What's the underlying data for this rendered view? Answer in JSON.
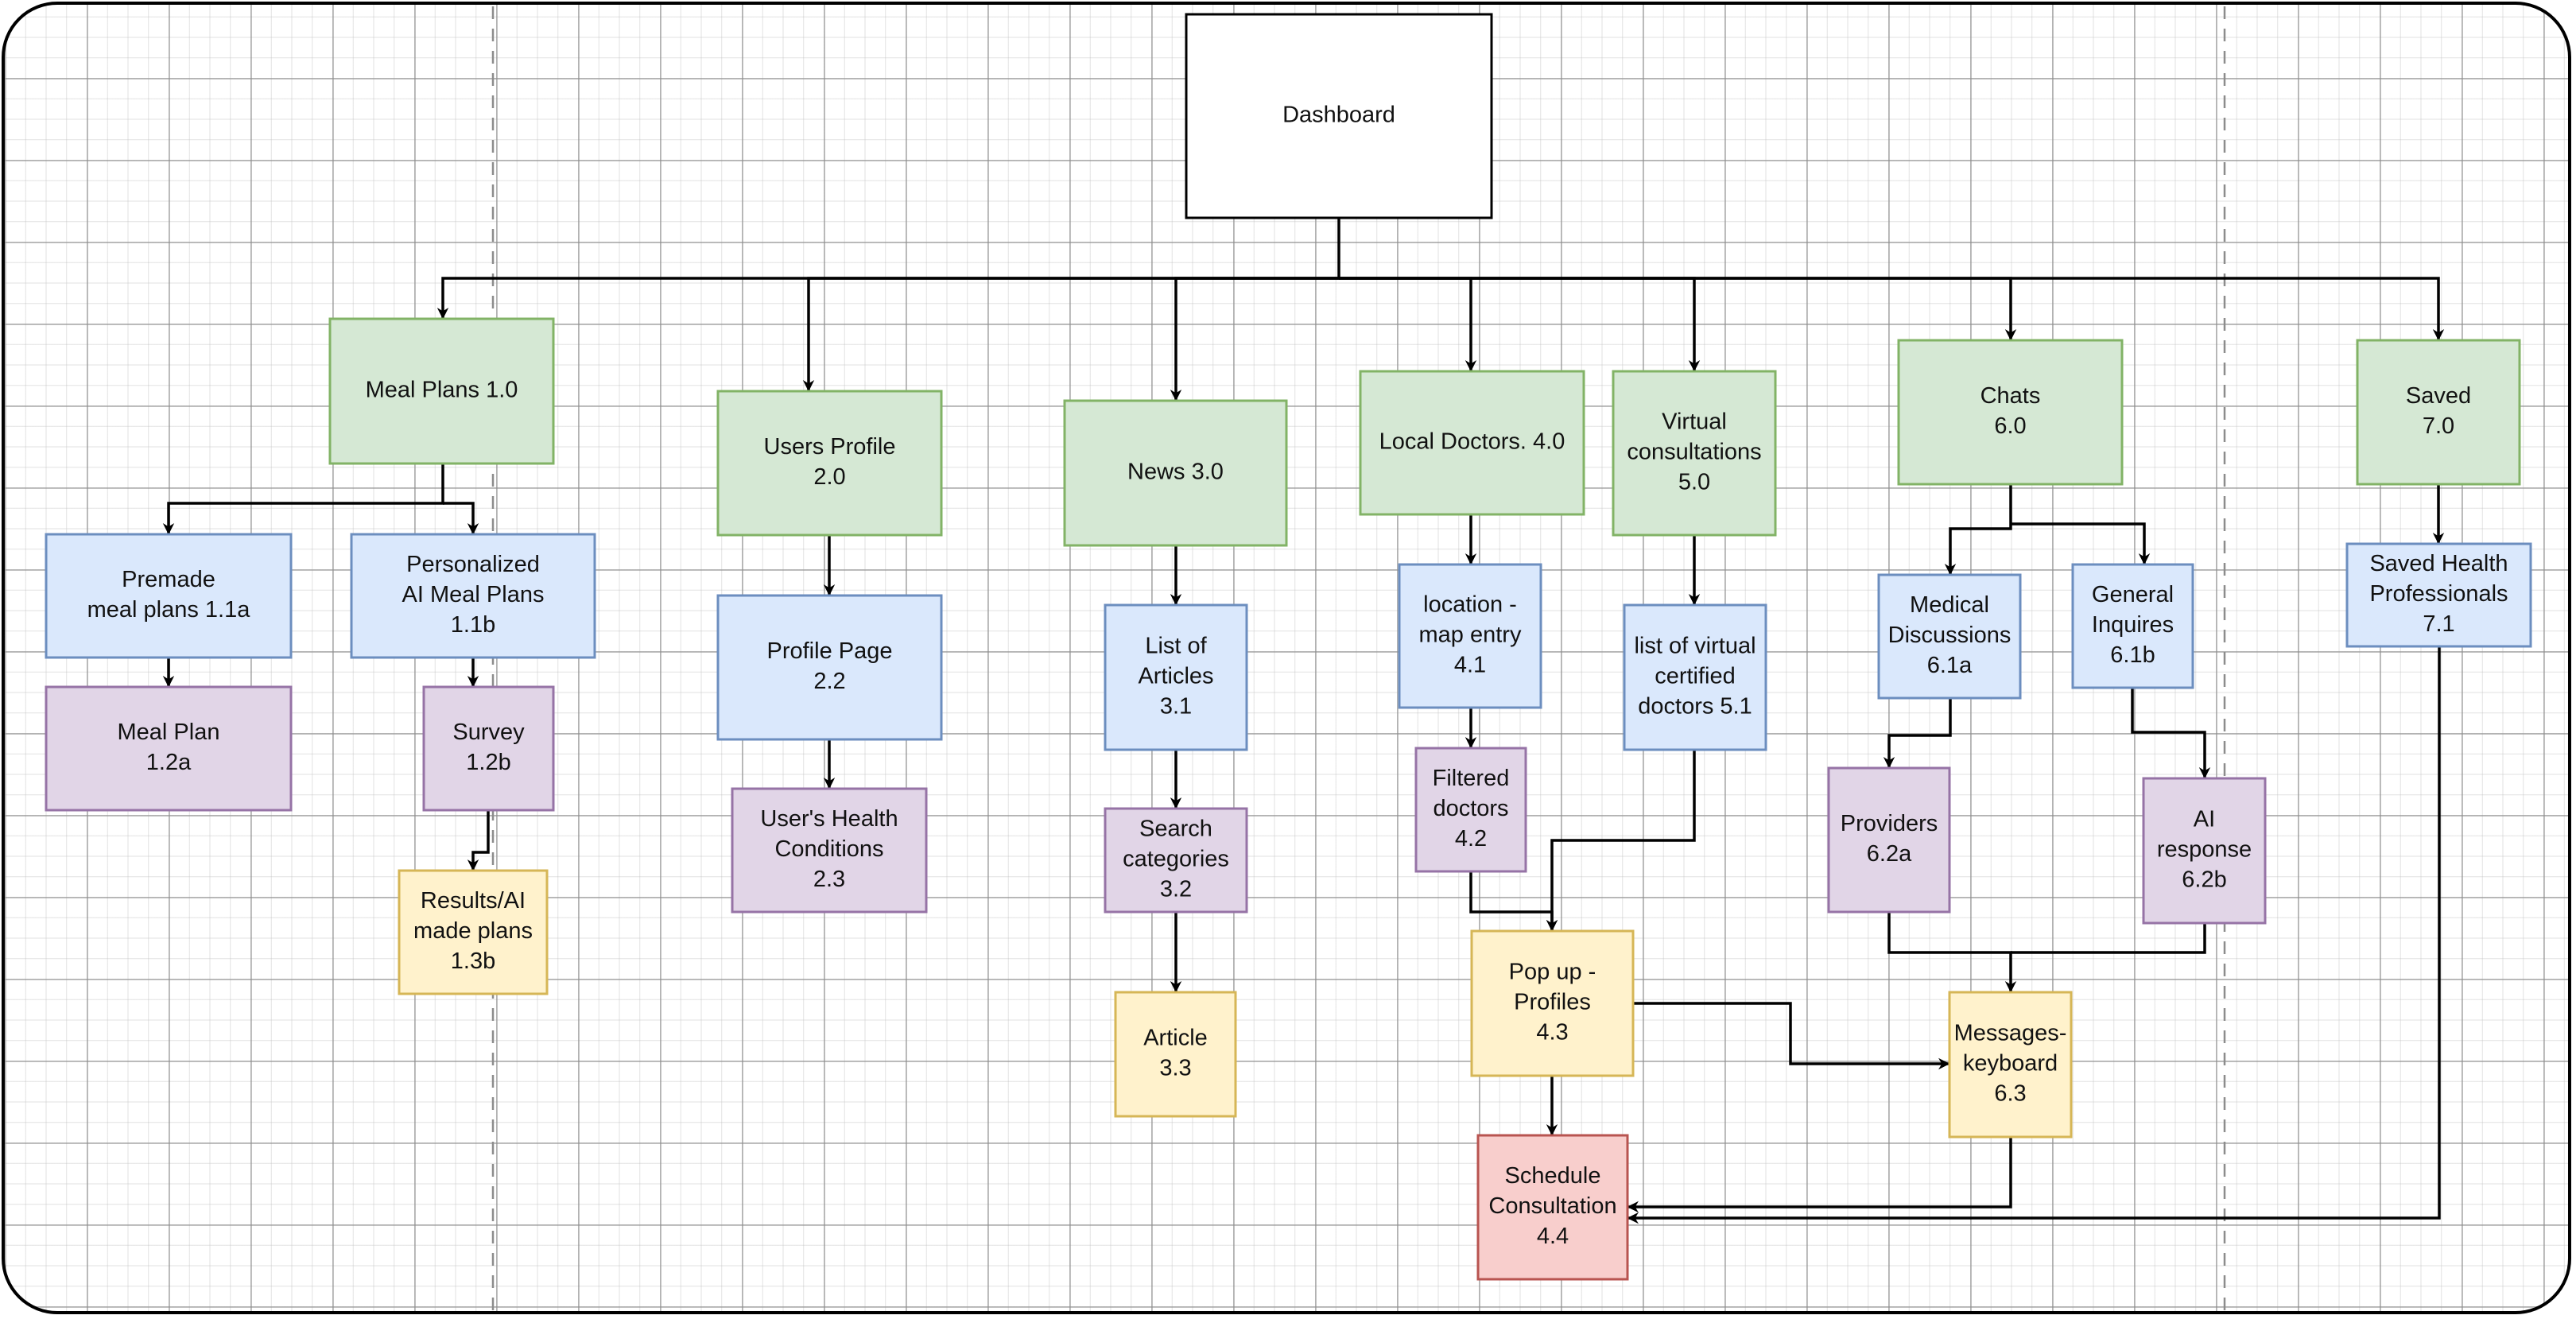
{
  "diagram": {
    "type": "sitemap-flowchart",
    "styles": {
      "root": {
        "fill": "#ffffff",
        "stroke": "#000000"
      },
      "green": {
        "fill": "#d5e8d4",
        "stroke": "#82b366"
      },
      "blue": {
        "fill": "#dae8fc",
        "stroke": "#6c8ebf"
      },
      "purple": {
        "fill": "#e1d5e7",
        "stroke": "#9673a6"
      },
      "yellow": {
        "fill": "#fff2cc",
        "stroke": "#d6b656"
      },
      "red": {
        "fill": "#f8cecc",
        "stroke": "#b85450"
      }
    },
    "nodes": [
      {
        "id": "dashboard",
        "lines": [
          "Dashboard"
        ],
        "style": "root"
      },
      {
        "id": "n1_0",
        "lines": [
          "Meal Plans  1.0"
        ],
        "style": "green"
      },
      {
        "id": "n2_0",
        "lines": [
          "Users Profile",
          "2.0"
        ],
        "style": "green"
      },
      {
        "id": "n3_0",
        "lines": [
          "News   3.0"
        ],
        "style": "green"
      },
      {
        "id": "n4_0",
        "lines": [
          "Local Doctors.  4.0"
        ],
        "style": "green"
      },
      {
        "id": "n5_0",
        "lines": [
          "Virtual",
          "consultations",
          "5.0"
        ],
        "style": "green"
      },
      {
        "id": "n6_0",
        "lines": [
          "Chats",
          "6.0"
        ],
        "style": "green"
      },
      {
        "id": "n7_0",
        "lines": [
          "Saved",
          "7.0"
        ],
        "style": "green"
      },
      {
        "id": "n1_1a",
        "lines": [
          "Premade",
          "meal plans 1.1a"
        ],
        "style": "blue"
      },
      {
        "id": "n1_1b",
        "lines": [
          "Personalized",
          "AI Meal Plans",
          "1.1b"
        ],
        "style": "blue"
      },
      {
        "id": "n1_2a",
        "lines": [
          "Meal Plan",
          "1.2a"
        ],
        "style": "purple"
      },
      {
        "id": "n1_2b",
        "lines": [
          "Survey",
          "1.2b"
        ],
        "style": "purple"
      },
      {
        "id": "n1_3b",
        "lines": [
          "Results/AI",
          "made plans",
          "1.3b"
        ],
        "style": "yellow"
      },
      {
        "id": "n2_2",
        "lines": [
          "Profile Page",
          "2.2"
        ],
        "style": "blue"
      },
      {
        "id": "n2_3",
        "lines": [
          "User's Health",
          "Conditions",
          "2.3"
        ],
        "style": "purple"
      },
      {
        "id": "n3_1",
        "lines": [
          "List of",
          "Articles",
          "3.1"
        ],
        "style": "blue"
      },
      {
        "id": "n3_2",
        "lines": [
          "Search",
          "categories",
          "3.2"
        ],
        "style": "purple"
      },
      {
        "id": "n3_3",
        "lines": [
          "Article",
          "3.3"
        ],
        "style": "yellow"
      },
      {
        "id": "n4_1",
        "lines": [
          "location -",
          "map entry",
          "4.1"
        ],
        "style": "blue"
      },
      {
        "id": "n4_2",
        "lines": [
          "Filtered",
          "doctors",
          "4.2"
        ],
        "style": "purple"
      },
      {
        "id": "n4_3",
        "lines": [
          "Pop up -",
          "Profiles",
          "4.3"
        ],
        "style": "yellow"
      },
      {
        "id": "n4_4",
        "lines": [
          "Schedule",
          "Consultation",
          "4.4"
        ],
        "style": "red"
      },
      {
        "id": "n5_1",
        "lines": [
          "list of virtual",
          "certified",
          "doctors 5.1"
        ],
        "style": "blue"
      },
      {
        "id": "n6_1a",
        "lines": [
          "Medical",
          "Discussions",
          "6.1a"
        ],
        "style": "blue"
      },
      {
        "id": "n6_1b",
        "lines": [
          "General",
          "Inquires",
          "6.1b"
        ],
        "style": "blue"
      },
      {
        "id": "n6_2a",
        "lines": [
          "Providers",
          "6.2a"
        ],
        "style": "purple"
      },
      {
        "id": "n6_2b",
        "lines": [
          "AI",
          "response",
          "6.2b"
        ],
        "style": "purple"
      },
      {
        "id": "n6_3",
        "lines": [
          "Messages-",
          "keyboard",
          "6.3"
        ],
        "style": "yellow"
      },
      {
        "id": "n7_1",
        "lines": [
          "Saved Health",
          "Professionals",
          "7.1"
        ],
        "style": "blue"
      }
    ],
    "edges": [
      {
        "from": "dashboard",
        "to": "n1_0"
      },
      {
        "from": "dashboard",
        "to": "n2_0"
      },
      {
        "from": "dashboard",
        "to": "n3_0"
      },
      {
        "from": "dashboard",
        "to": "n4_0"
      },
      {
        "from": "dashboard",
        "to": "n5_0"
      },
      {
        "from": "dashboard",
        "to": "n6_0"
      },
      {
        "from": "dashboard",
        "to": "n7_0"
      },
      {
        "from": "n1_0",
        "to": "n1_1a"
      },
      {
        "from": "n1_0",
        "to": "n1_1b"
      },
      {
        "from": "n1_1a",
        "to": "n1_2a"
      },
      {
        "from": "n1_1b",
        "to": "n1_2b"
      },
      {
        "from": "n1_2b",
        "to": "n1_3b"
      },
      {
        "from": "n2_0",
        "to": "n2_2"
      },
      {
        "from": "n2_2",
        "to": "n2_3"
      },
      {
        "from": "n3_0",
        "to": "n3_1"
      },
      {
        "from": "n3_1",
        "to": "n3_2"
      },
      {
        "from": "n3_2",
        "to": "n3_3"
      },
      {
        "from": "n4_0",
        "to": "n4_1"
      },
      {
        "from": "n4_1",
        "to": "n4_2"
      },
      {
        "from": "n4_2",
        "to": "n4_3"
      },
      {
        "from": "n5_0",
        "to": "n5_1"
      },
      {
        "from": "n5_1",
        "to": "n4_3"
      },
      {
        "from": "n4_3",
        "to": "n4_4"
      },
      {
        "from": "n4_3",
        "to": "n6_3"
      },
      {
        "from": "n6_0",
        "to": "n6_1a"
      },
      {
        "from": "n6_0",
        "to": "n6_1b"
      },
      {
        "from": "n6_1a",
        "to": "n6_2a"
      },
      {
        "from": "n6_1b",
        "to": "n6_2b"
      },
      {
        "from": "n6_2a",
        "to": "n6_3"
      },
      {
        "from": "n6_2b",
        "to": "n6_3"
      },
      {
        "from": "n6_3",
        "to": "n4_4"
      },
      {
        "from": "n7_0",
        "to": "n7_1"
      },
      {
        "from": "n7_1",
        "to": "n4_4"
      }
    ]
  }
}
